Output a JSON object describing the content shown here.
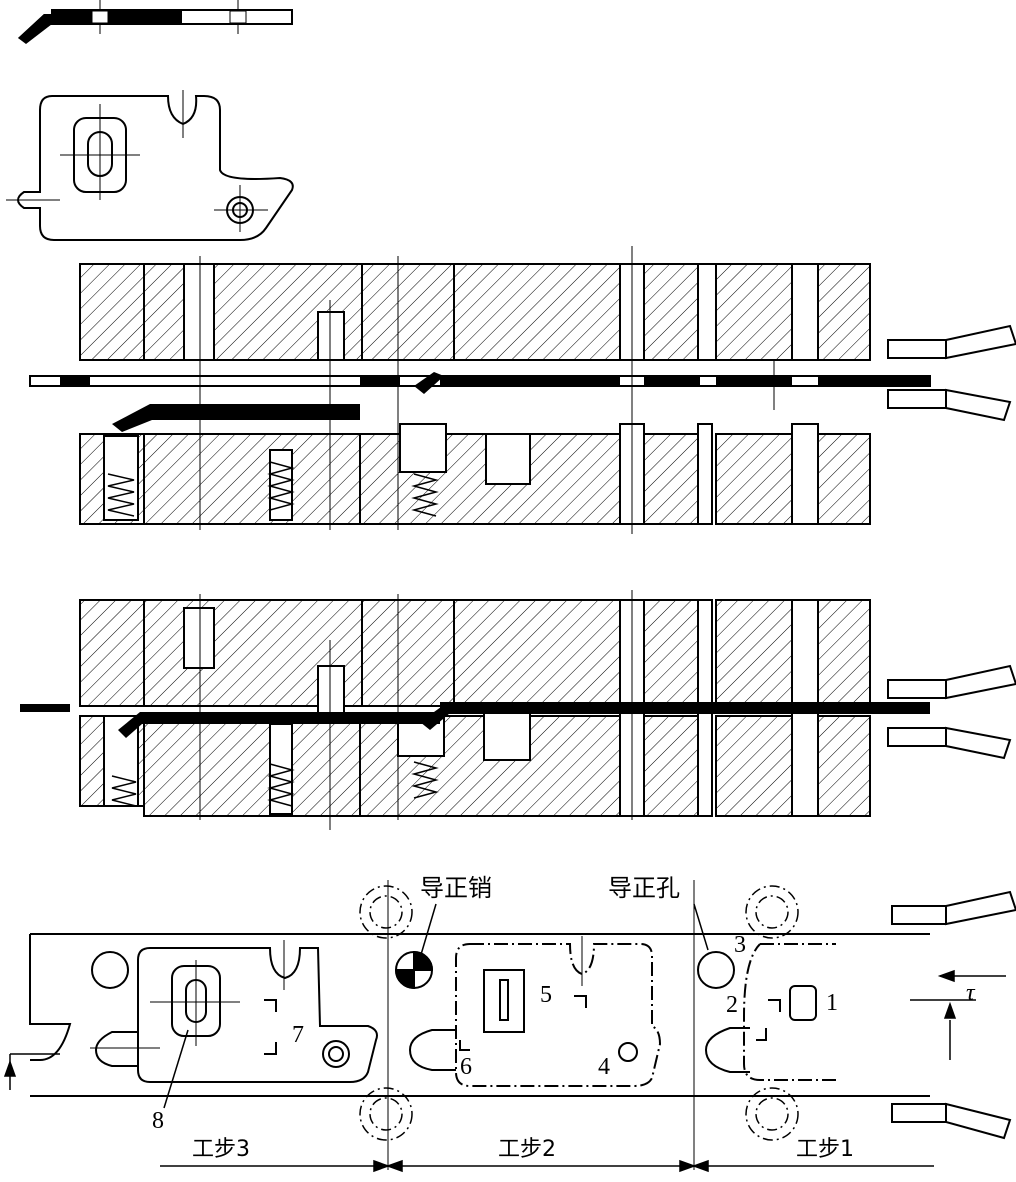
{
  "labels": {
    "pilot_pin": "导正销",
    "pilot_hole": "导正孔",
    "tau": "τ",
    "callouts": [
      "1",
      "2",
      "3",
      "4",
      "5",
      "6",
      "7",
      "8"
    ]
  },
  "steps": [
    "工步3",
    "工步2",
    "工步1"
  ]
}
